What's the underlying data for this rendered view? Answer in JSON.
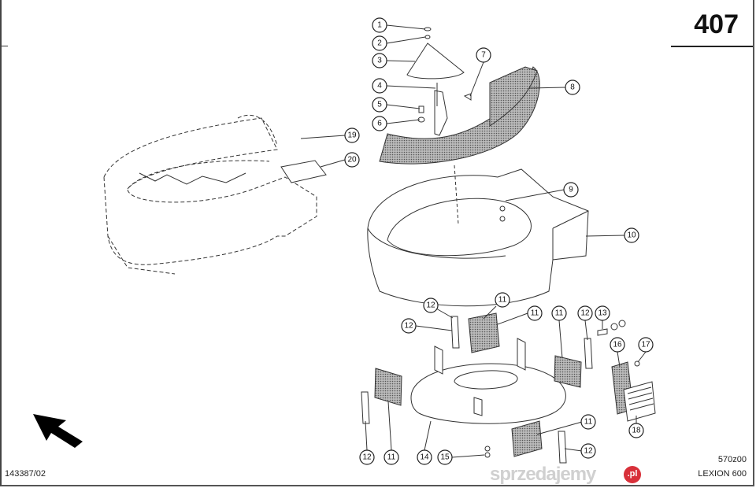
{
  "page_number": "407",
  "document_number": "143387/02",
  "drawing_number": "570z00",
  "model": "LEXION 600",
  "watermark": {
    "text": "sprzedajemy",
    "badge": ".pl"
  },
  "callouts": [
    "1",
    "2",
    "3",
    "4",
    "5",
    "6",
    "7",
    "8",
    "9",
    "10",
    "11",
    "11",
    "11",
    "11",
    "11",
    "12",
    "12",
    "12",
    "12",
    "12",
    "13",
    "14",
    "15",
    "16",
    "17",
    "18",
    "19",
    "20"
  ],
  "colors": {
    "watermark_badge": "#d8303a",
    "line": "#333333"
  }
}
